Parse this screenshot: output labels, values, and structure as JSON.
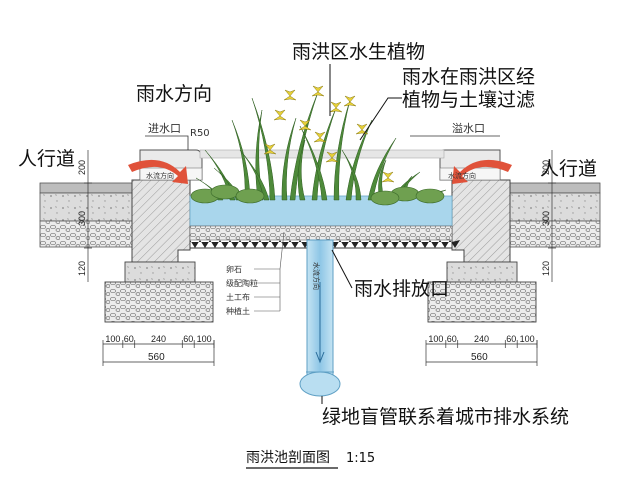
{
  "labels": {
    "plants": "雨洪区水生植物",
    "filter_line1": "雨水在雨洪区经",
    "filter_line2": "植物与土壤过滤",
    "rain_direction": "雨水方向",
    "inlet": "进水口",
    "overflow": "溢水口",
    "radius": "R50",
    "walkway_left": "人行道",
    "walkway_right": "人行道",
    "flow_left": "水流方向",
    "flow_right": "水流方向",
    "pipe_flow": "水流方向",
    "outlet": "雨水排放口",
    "pipe_system": "绿地盲管联系着城市排水系统",
    "title": "雨洪池剖面图",
    "scale": "1:15"
  },
  "legend": [
    "卵石",
    "级配陶粒",
    "土工布",
    "种植土"
  ],
  "dimensions": {
    "height_top": "200",
    "height_mid": "300",
    "height_bottom": "120",
    "bottom_row": [
      "100",
      "60",
      "240",
      "60",
      "100"
    ],
    "total": "560"
  },
  "colors": {
    "water": "#a9d6ec",
    "pipe": "#9fd0ea",
    "leaf": "#4e8a3a",
    "flower": "#e8d23a",
    "arrow": "#e0523a",
    "concrete": "#d9d9d9"
  }
}
